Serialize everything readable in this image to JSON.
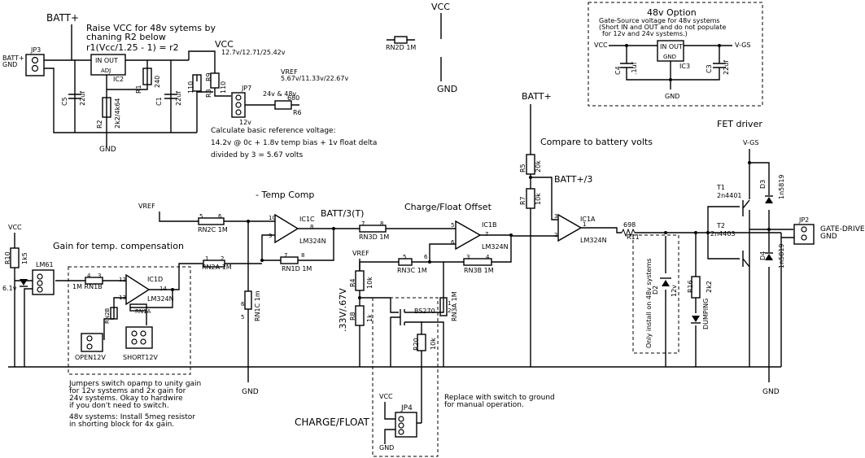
{
  "labels": {
    "batt_plus_top": "BATT+",
    "raise_vcc_1": "Raise VCC for 48v sytems by",
    "raise_vcc_2": "chaning R2 below",
    "r1_formula": "r1(Vcc/1.25 - 1) = r2",
    "vcc_top": "VCC",
    "vcc_levels": "12.7v/12.71/25.42v",
    "batt_gnd_1": "BATT+",
    "batt_gnd_2": "GND",
    "jp3": "JP3",
    "in_out": "IN  OUT",
    "adj": "ADJ",
    "ic2": "IC2",
    "r1_val": "240",
    "r1": "R1",
    "c5": "C5",
    "c5_val": "22uf",
    "r2": "R2",
    "r2_val": "2k2/4k64",
    "c1": "C1",
    "c1_val": "22uf",
    "gnd_reg": "GND",
    "r9": "R9",
    "r9_val": "110",
    "r3": "R3",
    "r3_val": "110",
    "jp7": "JP7",
    "opt_24_48": "24v & 48v",
    "opt_12": "12v",
    "vref": "VREF",
    "vref_levels": "5.67v/11.33v/22.67v",
    "r6": "R6",
    "r6_val": "680",
    "calc_1": "Calculate basic reference voltage:",
    "calc_2": "14.2v @ 0c + 1.8v temp bias + 1v float delta",
    "calc_3": "divided by 3 = 5.67 volts",
    "rn2d": "RN2D 1M",
    "vcc_mid": "VCC",
    "gnd_mid": "GND",
    "opt48_title": "48v Option",
    "opt48_1": "Gate-Source voltage for 48v systems",
    "opt48_2": "(Short IN and OUT and do not populate",
    "opt48_3": "for 12v and 24v systems.)",
    "vcc_opt": "VCC",
    "v_gs": "V-GS",
    "ic3_in_out": "IN  OUT",
    "ic3_gnd": "GND",
    "ic3": "IC3",
    "c4": "C4",
    "c4_val": ".1uf",
    "c3": "C3",
    "c3_val": "22uf",
    "gnd_opt": "GND",
    "batt_plus_mid": "BATT+",
    "r5": "R5",
    "r5_val": "20k",
    "compare": "Compare to battery volts",
    "fet_driver": "FET driver",
    "v_gs_fet": "V-GS",
    "temp_comp": "- Temp Comp",
    "batt3t": "BATT/3(T)",
    "batt3": "BATT+/3",
    "r7": "R7",
    "r7_val": "10k",
    "charge_float_offset": "Charge/Float Offset",
    "vref_mid": "VREF",
    "rn2c": "RN2C 1M",
    "ic1c": "IC1C",
    "lm324n_c": "LM324N",
    "rn3d": "RN3D 1M",
    "ic1b": "IC1B",
    "lm324n_b": "LM324N",
    "ic1a": "IC1A",
    "lm324n_a": "LM324N",
    "r11": "R11",
    "r11_val": "698",
    "t1": "T1",
    "t1_val": "2n4401",
    "t2": "T2",
    "t2_val": "2n4403",
    "d3": "D3",
    "d3_val": "1n5819",
    "d4": "D4",
    "d4_val": "1n5819",
    "jp2": "JP2",
    "gate_drive": "GATE-DRIVE",
    "gnd_jp2": "GND",
    "vcc_left": "VCC",
    "r10": "R10",
    "r10_val": "1k5",
    "gain_temp": "Gain for temp. compensation",
    "lm61": "LM61",
    "v61": "6.1v",
    "rn1b": "1M RN1B",
    "ic1d": "IC1D",
    "lm324n_d": "LM324N",
    "rn2a": "RN2A 1M",
    "rn1d": "RN1D 1M",
    "rn1c": "RN1C 1m",
    "rn2b": "RN2B",
    "rn1a": "RN1A",
    "open12v": "OPEN12V",
    "short12v": "SHORT12V",
    "r4": "R4",
    "r4_val": "10k",
    "v_33": ".33V/.67V",
    "r8": "R8",
    "r8_val": "1k",
    "rn3c": "RN3C 1M",
    "rn3b": "RN3B 1M",
    "rn3a": "RN3A 1M",
    "bs270": "BS270",
    "r20": "R20",
    "r20_val": "10k",
    "d2": "D2",
    "d2_val": "12v",
    "only48": "Only install on 48v systems",
    "r16": "R16",
    "r16_val": "2k2",
    "led_dumping": "DUMPING",
    "gnd_bottom": "GND",
    "gnd_right": "GND",
    "note_j1": "Jumpers switch opamp to unity gain",
    "note_j2": "for 12v systems and 2x gain for",
    "note_j3": "24v systems. Okay to hardwire",
    "note_j4": "if you don't need to switch.",
    "note_j5": "48v systems: Install 5meg resistor",
    "note_j6": "in shorting block for 4x gain.",
    "replace_1": "Replace with switch to ground",
    "replace_2": "for manual operation.",
    "charge_float": "CHARGE/FLOAT",
    "vcc_jp4": "VCC",
    "jp4": "JP4",
    "gnd_jp4": "GND",
    "pin1": "1",
    "pin2": "2",
    "pin3": "3",
    "pin4": "4",
    "pin5": "5",
    "pin6": "6",
    "pin7": "7",
    "pin8": "8",
    "pin9": "9",
    "pin10": "10",
    "pin12": "12",
    "pin13": "13",
    "pin14": "14"
  }
}
